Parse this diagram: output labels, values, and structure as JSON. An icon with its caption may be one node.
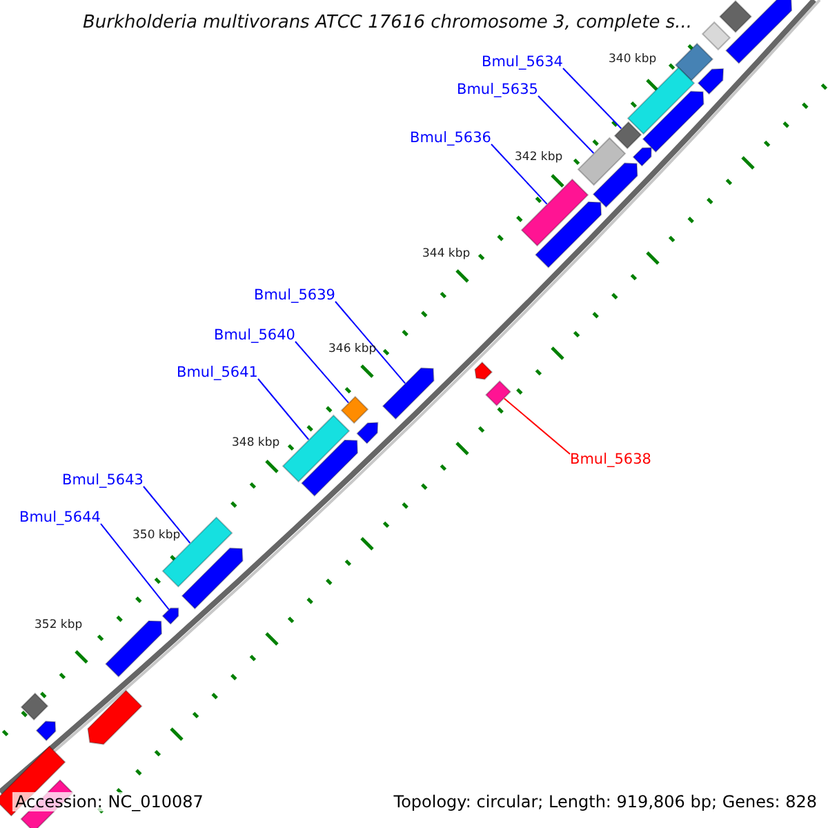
{
  "diagram": {
    "title": "Burkholderia multivorans ATCC 17616 chromosome 3, complete s...",
    "nodes": [
      {
        "text": [
          "Bmul_5634"
        ]
      },
      {
        "text": [
          "Bmul_5635"
        ]
      },
      {
        "text": [
          "Bmul_5636"
        ]
      },
      {
        "text": [
          "Bmul_5639"
        ]
      },
      {
        "text": [
          "Bmul_5640"
        ]
      },
      {
        "text": [
          "Bmul_5641"
        ]
      },
      {
        "text": [
          "Bmul_5638"
        ]
      },
      {
        "text": [
          "Bmul_5643"
        ]
      },
      {
        "text": [
          "Bmul_5644"
        ]
      },
      {
        "text": [],
        "shape": "diamond"
      },
      {
        "text": [],
        "shape": "box"
      },
      {
        "text": [],
        "shape": "box"
      },
      {
        "text": [],
        "shape": "arrow"
      },
      {
        "text": [],
        "shape": "diamond"
      },
      {
        "text": [],
        "shape": "box"
      },
      {
        "text": [],
        "shape": "diamond"
      },
      {
        "text": [],
        "shape": "box"
      },
      {
        "text": [],
        "shape": "arrow"
      },
      {
        "text": [],
        "shape": "diamond"
      },
      {
        "text": [],
        "shape": "arrow"
      },
      {
        "text": [],
        "shape": "diamond"
      },
      {
        "text": [],
        "shape": "diamond"
      },
      {
        "text": [],
        "shape": "arrow"
      },
      {
        "text": [],
        "shape": "box"
      },
      {
        "text": [],
        "shape": "arrow"
      },
      {
        "text": [],
        "shape": "arrow"
      },
      {
        "text": [],
        "shape": "arrow"
      },
      {
        "text": [],
        "shape": "arrow"
      },
      {
        "text": [],
        "shape": "arrow"
      },
      {
        "text": [],
        "shape": "arrow"
      },
      {
        "text": [],
        "shape": "arrow"
      },
      {
        "text": [],
        "shape": "arrow"
      },
      {
        "text": [],
        "shape": "arrow"
      },
      {
        "text": [],
        "shape": "diamond"
      },
      {
        "text": [],
        "shape": "arrow"
      },
      {
        "text": [],
        "shape": "arrow"
      },
      {
        "text": [],
        "shape": "box"
      },
      {
        "text": [],
        "shape": "box"
      }
    ],
    "edges": [
      {
        "from": 0,
        "to": 9,
        "arrow": "none"
      },
      {
        "from": 1,
        "to": 10,
        "arrow": "none"
      },
      {
        "from": 2,
        "to": 11,
        "arrow": "none"
      },
      {
        "from": 3,
        "to": 12,
        "arrow": "none"
      },
      {
        "from": 4,
        "to": 13,
        "arrow": "none"
      },
      {
        "from": 5,
        "to": 14,
        "arrow": "none"
      },
      {
        "from": 6,
        "to": 15,
        "arrow": "none",
        "color": "#ff0000"
      },
      {
        "from": 7,
        "to": 16,
        "arrow": "none"
      },
      {
        "from": 8,
        "to": 17,
        "arrow": "none"
      }
    ],
    "labels": [
      "340 kbp",
      "342 kbp",
      "344 kbp",
      "346 kbp",
      "348 kbp",
      "350 kbp",
      "352 kbp",
      "Accession: NC_010087",
      "Topology: circular; Length: 919,806 bp; Genes: 828"
    ]
  }
}
